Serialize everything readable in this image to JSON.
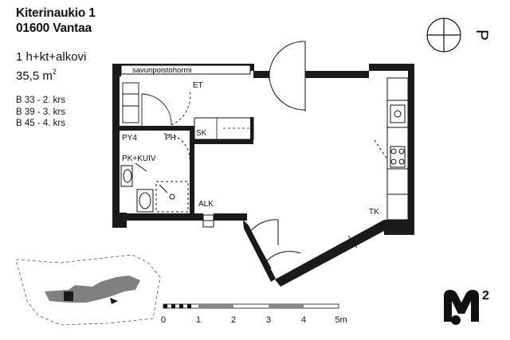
{
  "header": {
    "address_line1": "Kiterinaukio 1",
    "address_line2": "01600 Vantaa",
    "apartment_type": "1 h+kt+alkovi",
    "area_value": "35,5 m",
    "area_unit_sup": "2"
  },
  "units": [
    "B 33 - 2. krs",
    "B 39 - 3. krs",
    "B 45 - 4. krs"
  ],
  "compass": {
    "north_label": "P"
  },
  "rooms": {
    "vent": "savunpoistohormi",
    "et": "ET",
    "sk": "SK",
    "py4": "PY4",
    "ph": "PH",
    "pk_kuiv": "PK+KUIV",
    "alk": "ALK",
    "tk": "TK"
  },
  "scale": {
    "ticks": [
      "0",
      "1",
      "2",
      "3",
      "4",
      "5m"
    ]
  },
  "colors": {
    "wall": "#1a1a1a",
    "text": "#111111",
    "site_building": "#808080",
    "site_highlight": "#1a1a1a",
    "logo": "#111111"
  }
}
